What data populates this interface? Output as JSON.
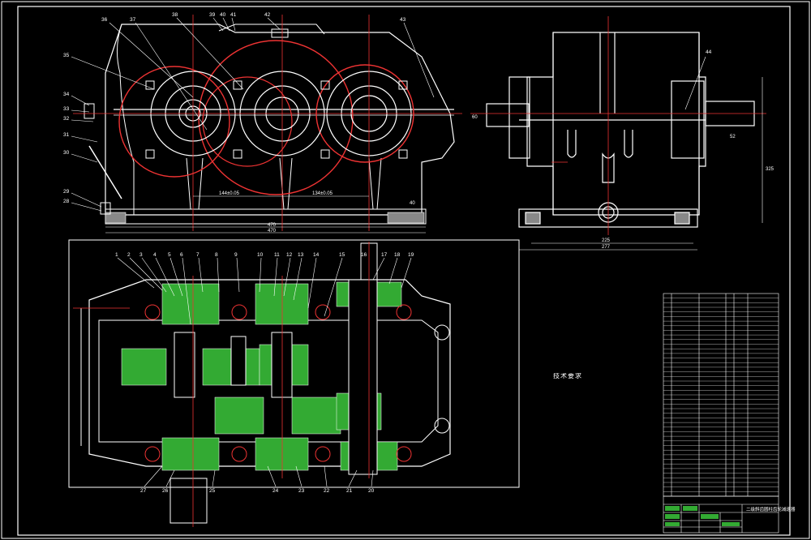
{
  "balloons_front": [
    {
      "n": "36"
    },
    {
      "n": "37"
    },
    {
      "n": "38"
    },
    {
      "n": "39"
    },
    {
      "n": "40"
    },
    {
      "n": "41"
    },
    {
      "n": "42"
    },
    {
      "n": "43"
    },
    {
      "n": "35"
    },
    {
      "n": "34"
    },
    {
      "n": "33"
    },
    {
      "n": "32"
    },
    {
      "n": "31"
    },
    {
      "n": "30"
    },
    {
      "n": "29"
    },
    {
      "n": "28"
    }
  ],
  "balloons_side": [
    {
      "n": "44"
    }
  ],
  "balloons_plan_top": [
    {
      "n": "1"
    },
    {
      "n": "2"
    },
    {
      "n": "3"
    },
    {
      "n": "4"
    },
    {
      "n": "5"
    },
    {
      "n": "6"
    },
    {
      "n": "7"
    },
    {
      "n": "8"
    },
    {
      "n": "9"
    },
    {
      "n": "10"
    },
    {
      "n": "11"
    },
    {
      "n": "12"
    },
    {
      "n": "13"
    },
    {
      "n": "14"
    },
    {
      "n": "15"
    },
    {
      "n": "16"
    },
    {
      "n": "17"
    },
    {
      "n": "18"
    },
    {
      "n": "19"
    }
  ],
  "balloons_plan_bottom": [
    {
      "n": "27"
    },
    {
      "n": "26"
    },
    {
      "n": "25"
    },
    {
      "n": "24"
    },
    {
      "n": "23"
    },
    {
      "n": "22"
    },
    {
      "n": "21"
    },
    {
      "n": "20"
    }
  ],
  "dims_front": [
    "144±0.05",
    "134±0.05",
    "470",
    "470",
    "40"
  ],
  "dims_side": [
    "225",
    "277",
    "52",
    "325",
    "60"
  ],
  "tech_title": "技术要求",
  "title_block": {
    "name": "二级斜齿圆柱齿轮减速器"
  }
}
